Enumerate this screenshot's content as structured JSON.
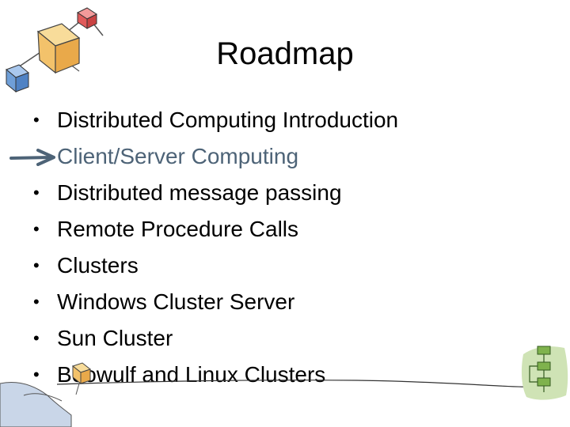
{
  "slide": {
    "title": "Roadmap",
    "bullet_symbol": "•",
    "items": [
      {
        "label": "Distributed Computing Introduction"
      },
      {
        "label": "Client/Server Computing"
      },
      {
        "label": "Distributed message passing"
      },
      {
        "label": "Remote Procedure Calls"
      },
      {
        "label": "Clusters"
      },
      {
        "label": "Windows Cluster Server"
      },
      {
        "label": "Sun Cluster"
      },
      {
        "label": "Beowulf and Linux Clusters"
      }
    ],
    "current_index": 1
  },
  "colors": {
    "text": "#000000",
    "current_item": "#4d6377",
    "arrow": "#4d6377",
    "cube_yellow": "#f3c26b",
    "cube_blue": "#6f9fd8",
    "cube_red": "#e05a5a",
    "flow_green": "#7fb24d"
  },
  "icons": {
    "top_left": "network-cubes-icon",
    "bottom_left": "hand-holding-cube-icon",
    "bottom_right": "flowchart-icon",
    "current_marker": "right-arrow-icon"
  }
}
